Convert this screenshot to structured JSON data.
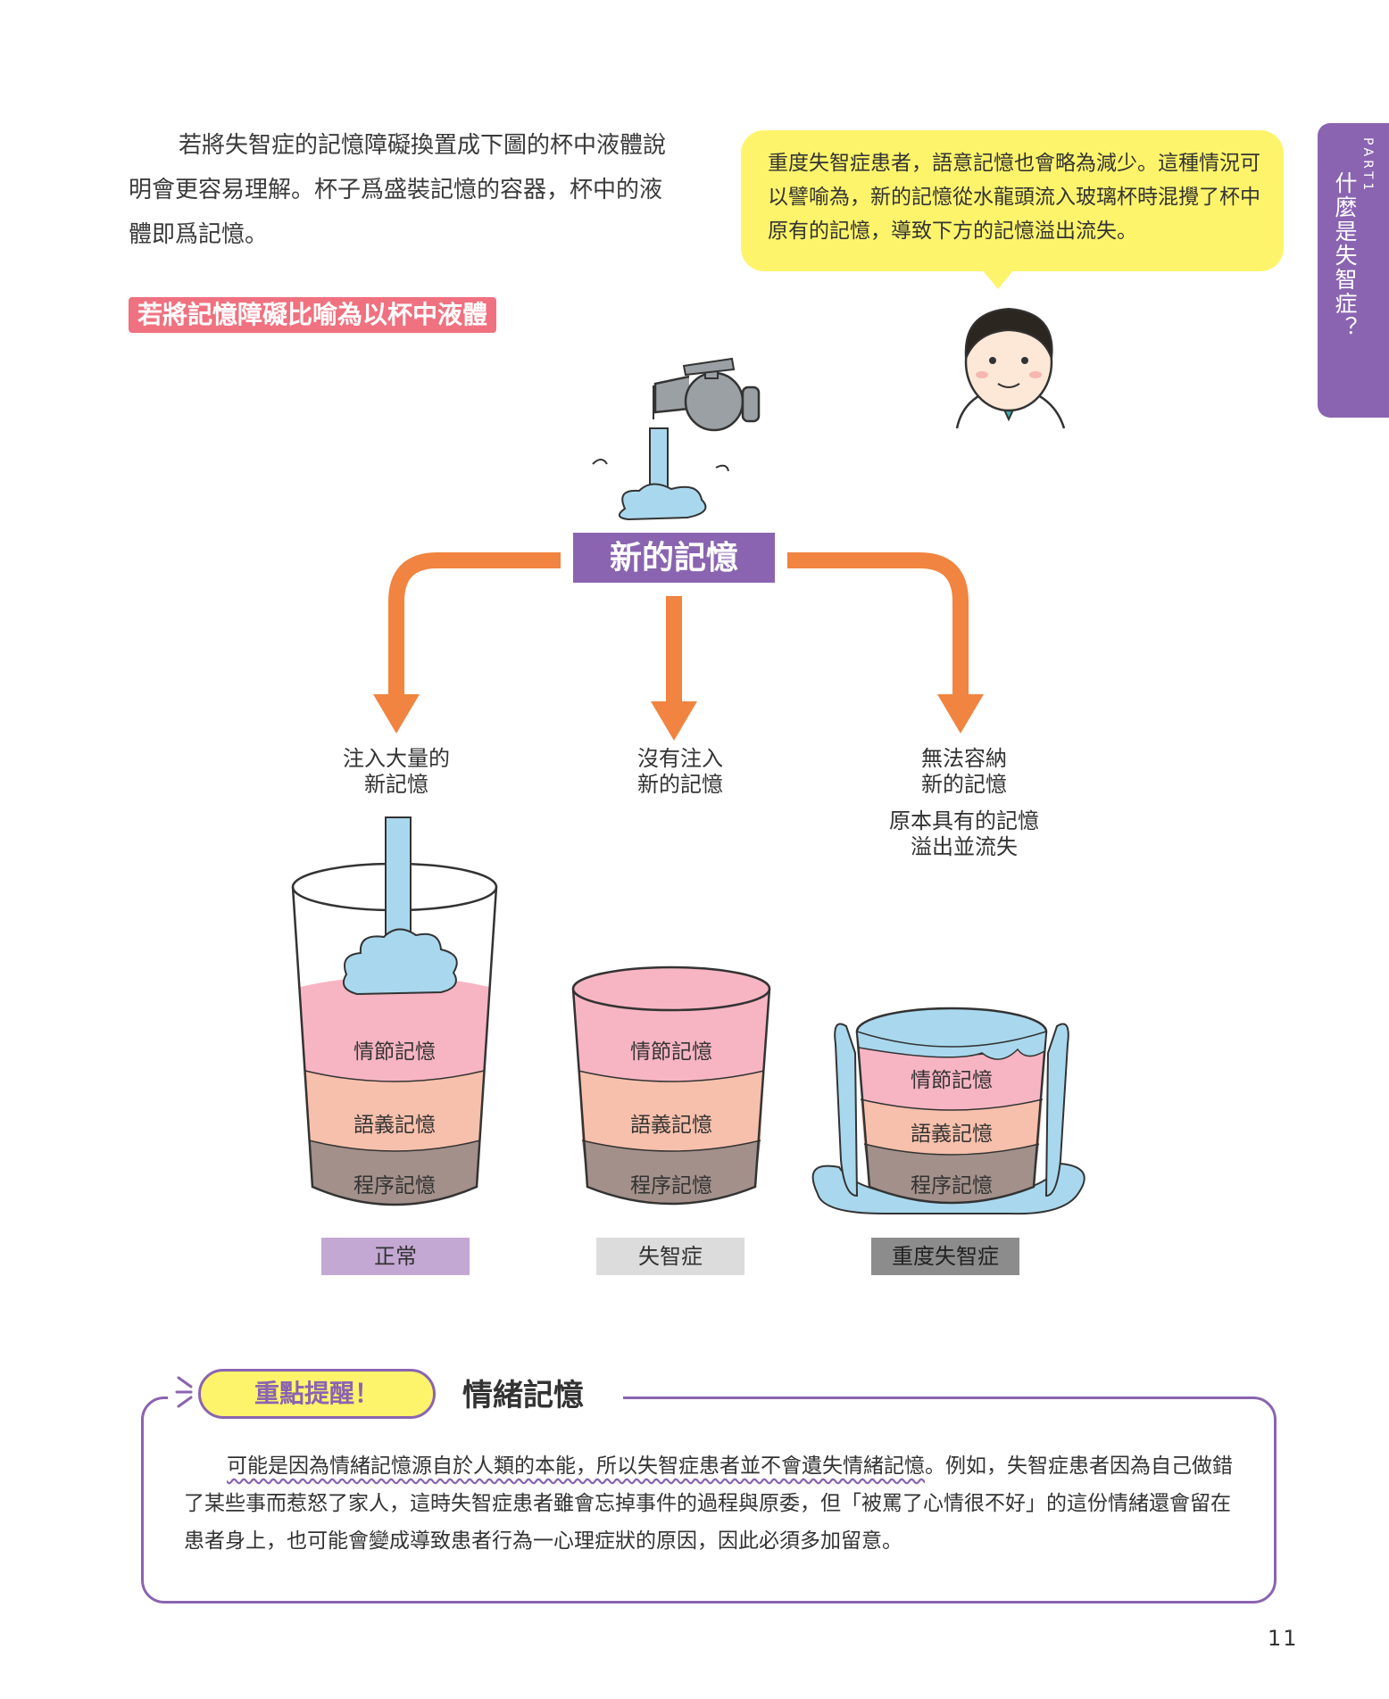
{
  "intro": {
    "text": "若將失智症的記憶障礙換置成下圖的杯中液體說明會更容易理解。杯子爲盛裝記憶的容器，杯中的液體即爲記憶。"
  },
  "section_label": "若將記憶障礙比喻為以杯中液體",
  "speech_bubble": "重度失智症患者，語意記憶也會略為減少。這種情況可以譬喻為，新的記憶從水龍頭流入玻璃杯時混攪了杯中原有的記憶，導致下方的記憶溢出流失。",
  "side_tab": {
    "part": "PART1",
    "title": "什麼是失智症？"
  },
  "diagram": {
    "source_label": "新的記憶",
    "branches": [
      {
        "caption": [
          "注入大量的",
          "新記憶"
        ],
        "note": []
      },
      {
        "caption": [
          "沒有注入",
          "新的記憶"
        ],
        "note": []
      },
      {
        "caption": [
          "無法容納",
          "新的記憶"
        ],
        "note": [
          "原本具有的記憶",
          "溢出並流失"
        ]
      }
    ],
    "layers": [
      "情節記憶",
      "語義記憶",
      "程序記憶"
    ],
    "categories": [
      "正常",
      "失智症",
      "重度失智症"
    ]
  },
  "callout": {
    "badge": "重點提醒！",
    "title": "情緒記憶",
    "underlined": "可能是因為情緒記憶源自於人類的本能，所以失智症患者並不會遺失情緒記憶",
    "rest": "。例如，失智症患者因為自己做錯了某些事而惹怒了家人，這時失智症患者雖會忘掉事件的過程與原委，但「被罵了心情很不好」的這份情緒還會留在患者身上，也可能會變成導致患者行為一心理症狀的原因，因此必須多加留意。"
  },
  "page_number": "11",
  "colors": {
    "purple": "#8a64b0",
    "orange": "#f08440",
    "pink_label": "#f0717f",
    "bubble_yellow": "#fdf46b",
    "layer_top": "#f7b5c3",
    "layer_mid": "#f7c0ac",
    "layer_bottom": "#a3908a",
    "water": "#a9d8ee"
  }
}
